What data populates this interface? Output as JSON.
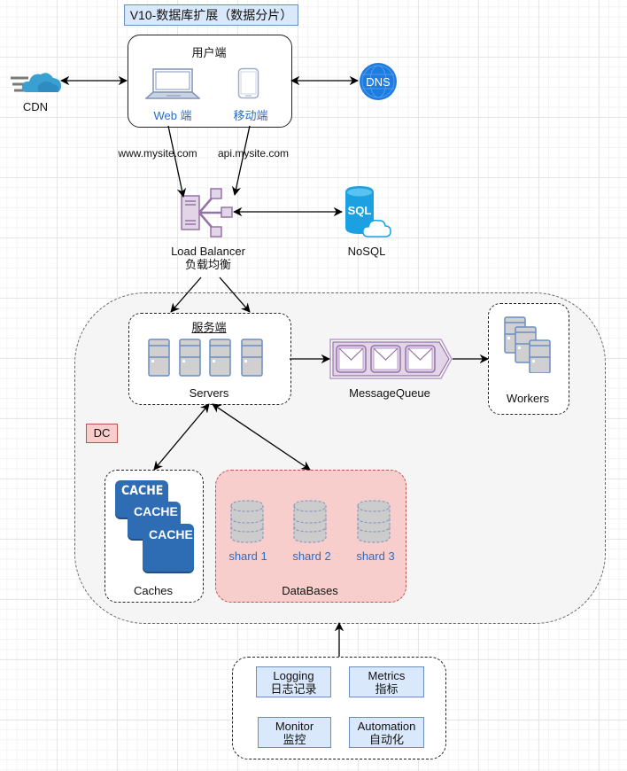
{
  "title": "V10-数据库扩展（数据分片）",
  "client": {
    "heading": "用户端",
    "web_label": "Web 端",
    "mobile_label": "移动端"
  },
  "cdn": {
    "label": "CDN"
  },
  "dns": {
    "label": "DNS"
  },
  "links": {
    "web_domain": "www.mysite.com",
    "api_domain": "api.mysite.com"
  },
  "load_balancer": {
    "label_en": "Load Balancer",
    "label_zh": "负载均衡"
  },
  "nosql": {
    "label": "NoSQL",
    "icon_text": "SQL"
  },
  "dc": {
    "tag": "DC",
    "servers": {
      "heading": "服务端",
      "label": "Servers",
      "count": 4
    },
    "message_queue": {
      "label": "MessageQueue",
      "messages": 3
    },
    "workers": {
      "label": "Workers"
    },
    "caches": {
      "label": "Caches",
      "items": [
        "CACHE",
        "CACHE",
        "CACHE"
      ]
    },
    "databases": {
      "label": "DataBases",
      "shards": [
        "shard 1",
        "shard 2",
        "shard 3"
      ]
    }
  },
  "monitoring": {
    "items": [
      {
        "en": "Logging",
        "zh": "日志记录"
      },
      {
        "en": "Metrics",
        "zh": "指标"
      },
      {
        "en": "Monitor",
        "zh": "监控"
      },
      {
        "en": "Automation",
        "zh": "自动化"
      }
    ]
  },
  "colors": {
    "blue_box_fill": "#dae8fc",
    "blue_box_stroke": "#6c8ebf",
    "red_box_fill": "#f8cecc",
    "red_box_stroke": "#b85450",
    "queue_purple": "#9673a6",
    "link_text_blue": "#2b6cc4",
    "cache_blue": "#2e6db4",
    "dns_blue": "#1e7be0",
    "sql_cyan": "#1ba1e2"
  }
}
